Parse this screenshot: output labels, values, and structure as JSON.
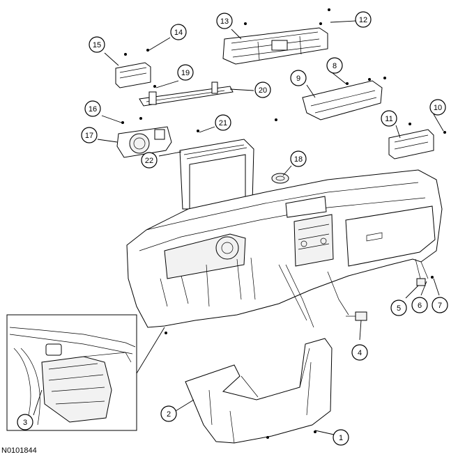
{
  "figure_id": "N0101844",
  "callouts": [
    "1",
    "2",
    "3",
    "4",
    "5",
    "6",
    "7",
    "8",
    "9",
    "10",
    "11",
    "12",
    "13",
    "14",
    "15",
    "16",
    "17",
    "18",
    "19",
    "20",
    "21",
    "22"
  ]
}
